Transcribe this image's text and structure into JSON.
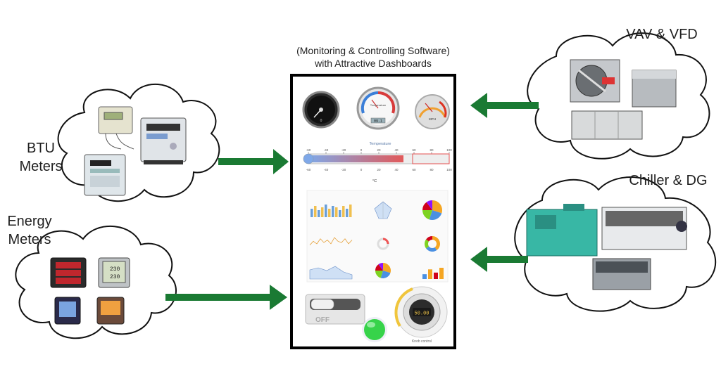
{
  "center": {
    "title_line1": "(Monitoring & Controlling Software)",
    "title_line2": "with Attractive Dashboards"
  },
  "nodes": {
    "btu": {
      "line1": "BTU",
      "line2": "Meters"
    },
    "energy": {
      "line1": "Energy",
      "line2": "Meters"
    },
    "vav": {
      "label": "VAV & VFD"
    },
    "chiller": {
      "label": "Chiller & DG"
    }
  },
  "dashboard": {
    "speed_gauge_reading": "0",
    "temp_gauge_title": "Temperature",
    "temp_gauge_readout": "09.1",
    "mph_gauge_label": "MPH",
    "thermometer": {
      "title": "Temperature",
      "unit": "°C",
      "ticks": [
        "-60",
        "-40",
        "-20",
        "0",
        "20",
        "40",
        "60",
        "80",
        "100"
      ],
      "value": 48
    },
    "switch_label": "OFF",
    "knob_value": "50.00",
    "knob_label": "Knob control"
  },
  "colors": {
    "arrow": "#1a7a33",
    "cloud_stroke": "#111111",
    "led": "#37d34a"
  },
  "chart_data": [
    {
      "type": "bar",
      "values": [
        6,
        8,
        5,
        7,
        9,
        6,
        8,
        7,
        5,
        8,
        6,
        9
      ]
    },
    {
      "type": "line",
      "values": [
        3,
        6,
        4,
        8,
        5,
        7,
        4,
        9,
        6,
        5,
        8,
        4,
        7
      ]
    },
    {
      "type": "pie",
      "values": [
        30,
        25,
        20,
        15,
        10
      ]
    },
    {
      "type": "pie",
      "values": [
        40,
        25,
        20,
        15
      ]
    },
    {
      "type": "bar",
      "values": [
        3,
        6,
        4,
        7
      ]
    }
  ]
}
